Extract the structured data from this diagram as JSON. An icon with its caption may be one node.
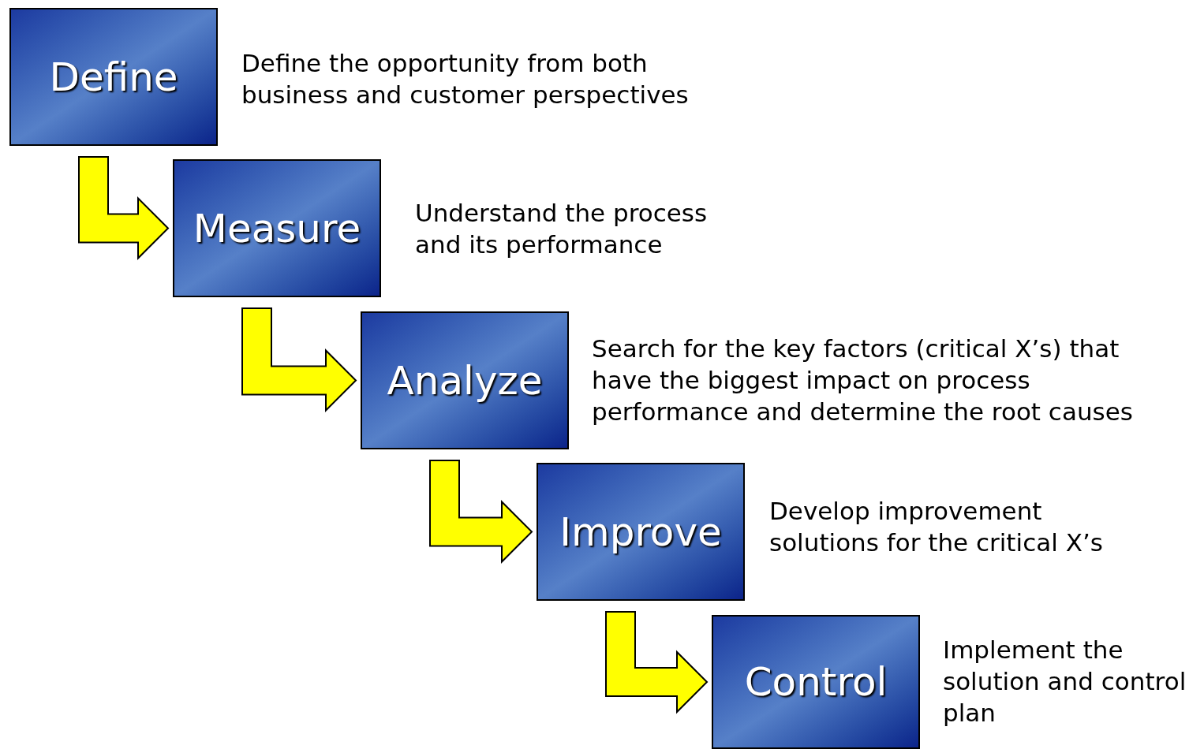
{
  "diagram": {
    "nodes": [
      {
        "text": [
          "Define"
        ],
        "beside": [
          "Define the opportunity from both business and customer perspectives"
        ]
      },
      {
        "text": [
          "Measure"
        ],
        "beside": [
          "Understand the process and its performance"
        ]
      },
      {
        "text": [
          "Analyze"
        ],
        "beside": [
          "Search for the key factors (critical X’s) that have the biggest impact on process performance and determine the root causes"
        ]
      },
      {
        "text": [
          "Improve"
        ],
        "beside": [
          "Develop improvement solutions for the critical X’s"
        ]
      },
      {
        "text": [
          "Control"
        ],
        "beside": [
          "Implement the solution and control plan"
        ]
      }
    ],
    "edges": [
      {
        "from": 0,
        "to": 1,
        "arrow": "to"
      },
      {
        "from": 1,
        "to": 2,
        "arrow": "to"
      },
      {
        "from": 2,
        "to": 3,
        "arrow": "to"
      },
      {
        "from": 3,
        "to": 4,
        "arrow": "to"
      }
    ]
  }
}
